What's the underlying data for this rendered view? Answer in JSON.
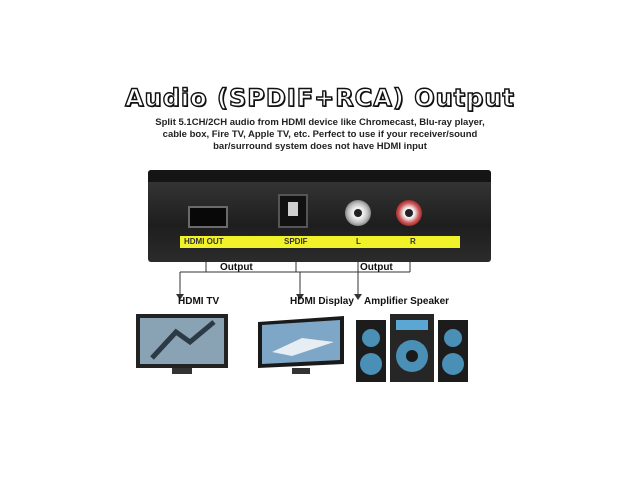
{
  "title": "Audio (SPDIF+RCA) Output",
  "description": "Split 5.1CH/2CH audio from HDMI device like Chromecast, Blu-ray player, cable box, Fire TV, Apple TV, etc. Perfect to use if your receiver/sound bar/surround system does not have HDMI input",
  "ports": {
    "hdmi_out": "HDMI OUT",
    "spdif": "SPDIF",
    "left": "L",
    "right": "R"
  },
  "outputs": {
    "left_label": "Output",
    "right_label": "Output"
  },
  "devices": {
    "tv": "HDMI TV",
    "display": "HDMI Display",
    "speaker": "Amplifier Speaker"
  },
  "colors": {
    "label_strip": "#f2f22a",
    "device_body": "#2a2a2a"
  }
}
